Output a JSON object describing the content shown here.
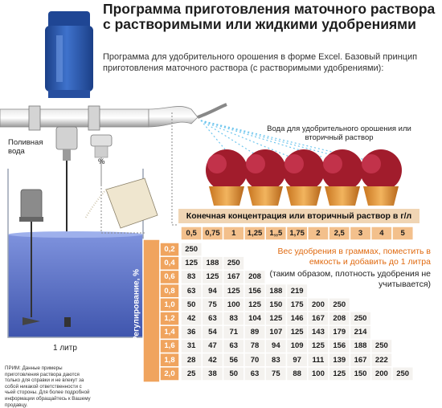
{
  "title": "Программа приготовления маточного раствора с растворимыми или жидкими удобрениями",
  "subtitle": "Программа для удобрительного орошения в форме Excel. Базовый принцип приготовления маточного раствора (с растворимыми удобрениями):",
  "labels": {
    "irrigation_water": "Поливная вода",
    "percent": "%",
    "output_water": "Вода для удобрительного орошения или вторичный раствор",
    "one_liter": "1 литр"
  },
  "footnote": "ПРИМ: Данные примеры приготовления раствора даются только для справки и не влекут за собой никакой ответственности с чьей стороны. Для более подробной информации обращайтесь к Вашему продавцу.",
  "table": {
    "header_title": "Конечная концентрация или вторичный раствор в г/л",
    "row_axis_title": "Регулирование, %",
    "columns": [
      "0,5",
      "0,75",
      "1",
      "1,25",
      "1,,5",
      "1,75",
      "2",
      "2,5",
      "3",
      "4",
      "5"
    ],
    "explanation_orange": "Вес удобрения в граммах, поместить в емкость и добавить до 1 литра",
    "explanation_dark": "(таким образом, плотность удобрения не учитывается)",
    "rows": [
      {
        "reg": "0,2",
        "values": [
          "250"
        ]
      },
      {
        "reg": "0,4",
        "values": [
          "125",
          "188",
          "250"
        ]
      },
      {
        "reg": "0,6",
        "values": [
          "83",
          "125",
          "167",
          "208"
        ]
      },
      {
        "reg": "0,8",
        "values": [
          "63",
          "94",
          "125",
          "156",
          "188",
          "219"
        ]
      },
      {
        "reg": "1,0",
        "values": [
          "50",
          "75",
          "100",
          "125",
          "150",
          "175",
          "200",
          "250"
        ]
      },
      {
        "reg": "1,2",
        "values": [
          "42",
          "63",
          "83",
          "104",
          "125",
          "146",
          "167",
          "208",
          "250"
        ]
      },
      {
        "reg": "1,4",
        "values": [
          "36",
          "54",
          "71",
          "89",
          "107",
          "125",
          "143",
          "179",
          "214"
        ]
      },
      {
        "reg": "1,6",
        "values": [
          "31",
          "47",
          "63",
          "78",
          "94",
          "109",
          "125",
          "156",
          "188",
          "250"
        ]
      },
      {
        "reg": "1,8",
        "values": [
          "28",
          "42",
          "56",
          "70",
          "83",
          "97",
          "111",
          "139",
          "167",
          "222"
        ]
      },
      {
        "reg": "2,0",
        "values": [
          "25",
          "38",
          "50",
          "63",
          "75",
          "88",
          "100",
          "125",
          "150",
          "200",
          "250"
        ]
      }
    ]
  },
  "colors": {
    "header_fill": "#f0d5b4",
    "column_fill": "#f3c08c",
    "row_axis_fill": "#f0a45e",
    "cell_fill": "#f4f2ef",
    "explanation_orange": "#e06a10",
    "tank_water": "#5b73c9",
    "doser_blue": "#2753a6",
    "flower_red": "#a11c2c"
  }
}
